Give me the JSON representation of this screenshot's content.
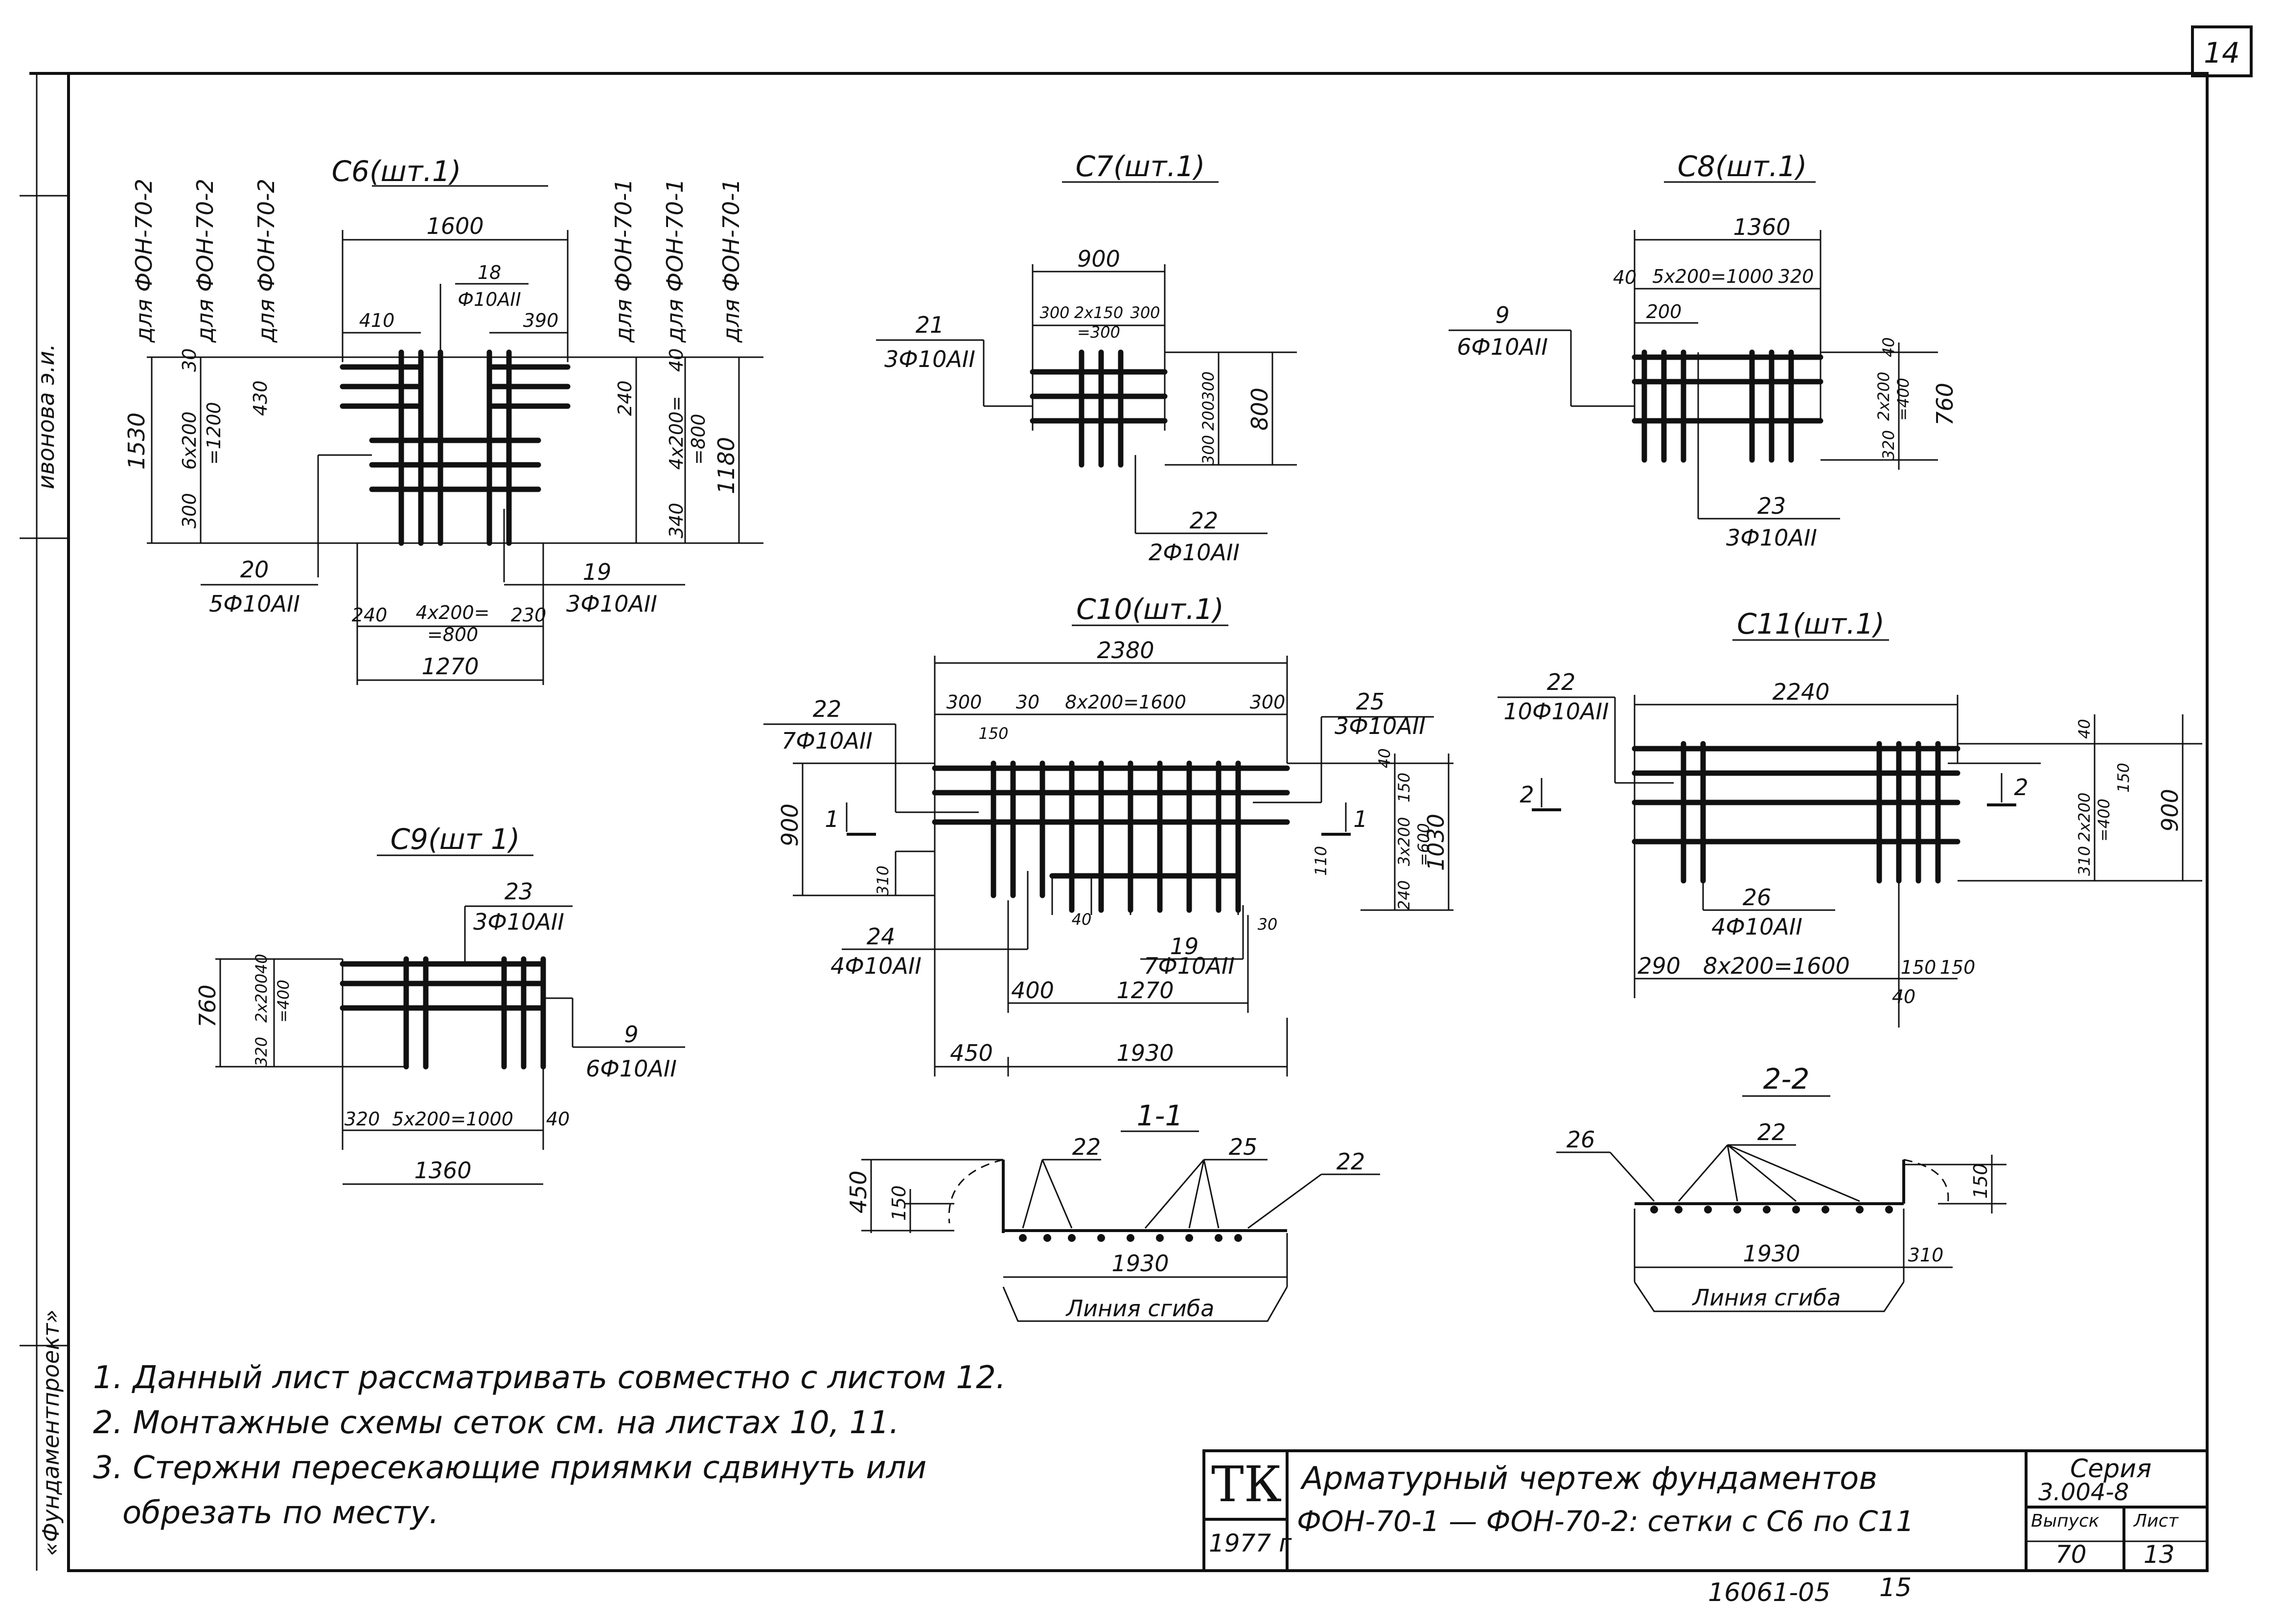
{
  "sheet_number": "14",
  "side_labels": {
    "top": "ивонова э.и.",
    "bottom": "«Фундаментпроект»"
  },
  "c6": {
    "title": "С6(шт.1)",
    "top_dims": [
      "1600",
      "410",
      "390"
    ],
    "pos18": "18",
    "pos18_spec": "Ф10АII",
    "vertical_notes": [
      "для ФОН-70-2",
      "для ФОН-70-2",
      "для ФОН-70-2",
      "для ФОН-70-1",
      "для ФОН-70-1",
      "для ФОН-70-1"
    ],
    "left_dims": [
      "1530",
      "30",
      "6х200",
      "=1200",
      "300",
      "430"
    ],
    "right_dims": [
      "240",
      "40",
      "4х200=",
      "=800",
      "1180",
      "340"
    ],
    "pos20": "20",
    "pos20_spec": "5Ф10АII",
    "pos19": "19",
    "pos19_spec": "3Ф10АII",
    "bottom_dims": [
      "240",
      "4х200=",
      "=800",
      "230",
      "1270"
    ]
  },
  "c7": {
    "title": "С7(шт.1)",
    "top_dims": [
      "900",
      "300",
      "2х150",
      "=300",
      "300"
    ],
    "pos21": "21",
    "pos21_spec": "3Ф10АII",
    "right_dims": [
      "300",
      "200",
      "300",
      "800"
    ],
    "pos22": "22",
    "pos22_spec": "2Ф10АII"
  },
  "c8": {
    "title": "С8(шт.1)",
    "top_dims": [
      "1360",
      "40",
      "5х200=1000",
      "320",
      "200"
    ],
    "pos9": "9",
    "pos9_spec": "6Ф10АII",
    "right_dims": [
      "40",
      "2х200",
      "=400",
      "320",
      "760"
    ],
    "pos23": "23",
    "pos23_spec": "3Ф10АII"
  },
  "c9": {
    "title": "С9(шт 1)",
    "pos23": "23",
    "pos23_spec": "3Ф10АII",
    "left_dims": [
      "40",
      "760",
      "2х200",
      "=400",
      "320"
    ],
    "pos9": "9",
    "pos9_spec": "6Ф10АII",
    "bottom_dims": [
      "320",
      "5х200=1000",
      "40",
      "1360"
    ]
  },
  "c10": {
    "title": "С10(шт.1)",
    "top_dims": [
      "2380",
      "300",
      "30",
      "8х200=1600",
      "300",
      "150"
    ],
    "pos22": "22",
    "pos22_spec": "7Ф10АII",
    "pos25": "25",
    "pos25_spec": "3Ф10АII",
    "section_mark": "1",
    "left_dims": [
      "900",
      "310"
    ],
    "right_dims": [
      "40",
      "150",
      "3х200",
      "=600",
      "1030",
      "110",
      "240",
      "30"
    ],
    "pos24": "24",
    "pos24_spec": "4Ф10АII",
    "pos19": "19",
    "pos19_spec": "7Ф10АII",
    "mid_dim": "40",
    "bottom_dims": [
      "400",
      "1270",
      "450",
      "1930"
    ]
  },
  "c11": {
    "title": "С11(шт.1)",
    "top_dims": [
      "2240"
    ],
    "pos22": "22",
    "pos22_spec": "10Ф10АII",
    "section_mark": "2",
    "right_dims": [
      "40",
      "150",
      "2х200",
      "=400",
      "310",
      "900"
    ],
    "pos26": "26",
    "pos26_spec": "4Ф10АII",
    "bottom_dims": [
      "290",
      "8х200=1600",
      "150",
      "150",
      "40"
    ]
  },
  "sec11": {
    "title": "1-1",
    "labels": [
      "22",
      "25",
      "22"
    ],
    "dims": [
      "450",
      "150",
      "1930"
    ],
    "bend_label": "Линия сгиба"
  },
  "sec22": {
    "title": "2-2",
    "labels": [
      "26",
      "22"
    ],
    "dims": [
      "150",
      "1930",
      "310"
    ],
    "bend_label": "Линия сгиба"
  },
  "notes": [
    "1. Данный лист рассматривать совместно с листом 12.",
    "2. Монтажные схемы сеток см. на листах 10, 11.",
    "3. Стержни пересекающие приямки сдвинуть или",
    "обрезать по месту."
  ],
  "title_block": {
    "logo": "ТК",
    "year": "1977 г",
    "title_line1": "Арматурный чертеж фундаментов",
    "title_line2": "ФОН-70-1 — ФОН-70-2: сетки с С6 по С11",
    "series_label": "Серия",
    "series_value": "3.004-8",
    "issue_label": "Выпуск",
    "issue_value": "70",
    "sheet_label": "Лист",
    "sheet_value": "13"
  },
  "footer": {
    "number": "16061-05",
    "page": "15"
  }
}
